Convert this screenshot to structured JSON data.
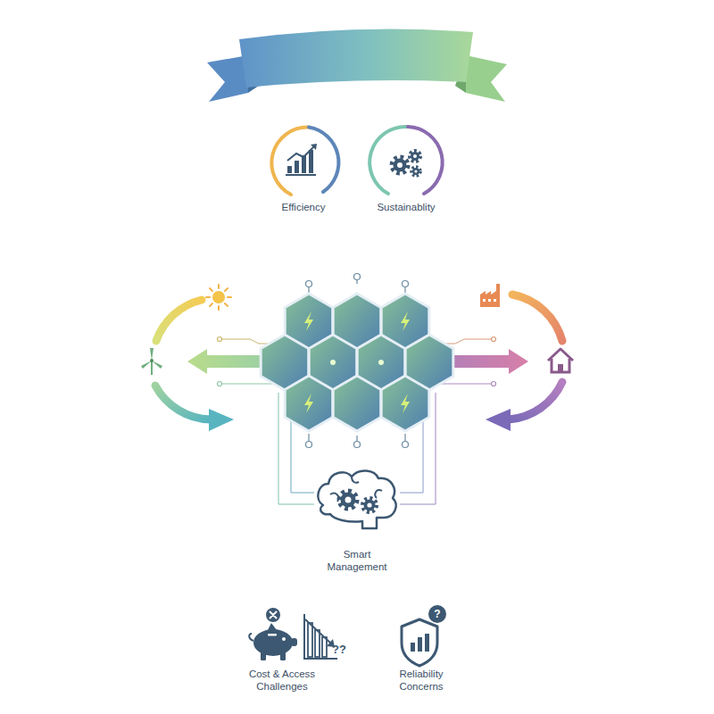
{
  "diagram": {
    "nodes": [
      {
        "text": [
          "Efficiency"
        ]
      },
      {
        "text": [
          "Sustainablity"
        ]
      },
      {
        "text": [
          "Smart Management"
        ]
      },
      {
        "text": [
          "Cost & Access Challenges"
        ]
      },
      {
        "text": [
          "Reliability Concerns"
        ]
      }
    ],
    "labels": [
      "??",
      "?"
    ]
  }
}
